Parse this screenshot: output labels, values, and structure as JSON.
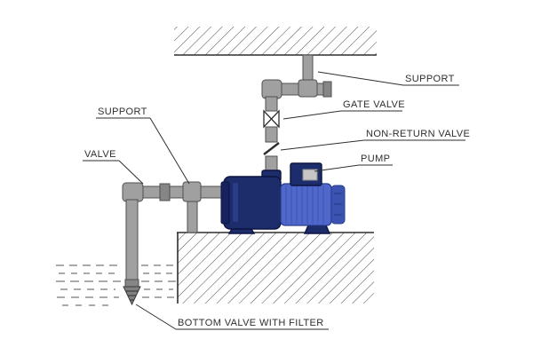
{
  "labels": {
    "support_right": "SUPPORT",
    "gate_valve": "GATE VALVE",
    "non_return_valve": "NON-RETURN VALVE",
    "pump": "PUMP",
    "support_left": "SUPPORT",
    "valve": "VALVE",
    "bottom_valve_with_filter": "BOTTOM VALVE WITH FILTER"
  },
  "colors": {
    "line": "#2e2e2e",
    "hatch": "#4a4a4a",
    "pipe": "#a0a0a0",
    "pipe_dark": "#868686",
    "pipe_outline": "#4f4f4f",
    "pump_dark": "#1d2d6b",
    "motor_blue": "#4f68c9",
    "metal_plate": "#c6c6c6"
  }
}
